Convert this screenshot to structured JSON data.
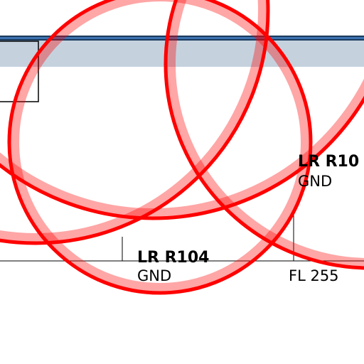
{
  "colors": {
    "restricted_band": "#c5d2de",
    "airway_line": "#1b3a5c",
    "circle_red": "#ff0000",
    "circle_red_faded": "#ff9999"
  },
  "labels": {
    "area_a_name": "LR R10",
    "area_a_lower": "GND",
    "area_b_name": "LR R104",
    "area_b_lower": "GND",
    "flight_level": "FL 255"
  }
}
